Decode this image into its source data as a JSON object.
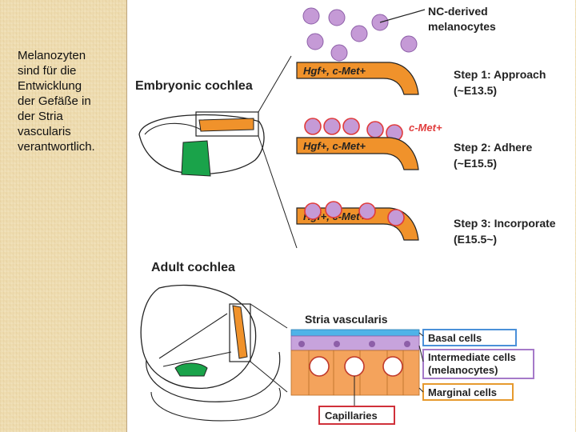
{
  "caption": "Melanozyten\nsind für die\nEntwicklung\nder Gefäße in\nder Stria\nvascularis\nverantwortlich.",
  "figure": {
    "nc_label_line1": "NC-derived",
    "nc_label_line2": "melanocytes",
    "embryonic_title": "Embryonic cochlea",
    "adult_title": "Adult cochlea",
    "band1_label": "Hgf+, c-Met+",
    "band2_label": "Hgf+, c-Met+",
    "band3_label": "Hgf+, c-Met+",
    "cmet_label": "c-Met+",
    "step1_line1": "Step 1: Approach",
    "step1_line2": "(~E13.5)",
    "step2_line1": "Step 2: Adhere",
    "step2_line2": "(~E15.5)",
    "step3_line1": "Step 3: Incorporate",
    "step3_line2": "(E15.5~)",
    "stria_title": "Stria vascularis",
    "basal_cells": "Basal cells",
    "intermediate_line1": "Intermediate cells",
    "intermediate_line2": "(melanocytes)",
    "marginal_cells": "Marginal cells",
    "capillaries": "Capillaries"
  },
  "colors": {
    "orange": "#f0922b",
    "melanocyte": "#c59ad6",
    "green": "#1aa34a",
    "blue_box": "#4a90d9",
    "purple_box": "#a57ac9",
    "orange_box": "#e69a2e",
    "red_box": "#d0303a",
    "cmet_red": "#e03b3b"
  }
}
